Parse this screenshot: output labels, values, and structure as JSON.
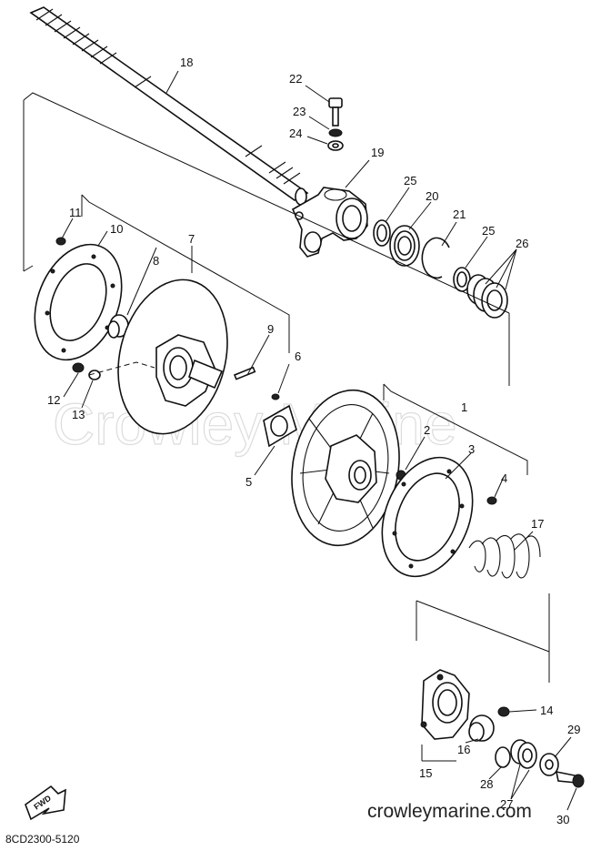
{
  "diagram": {
    "watermark": "Crowley Marine",
    "footer_site": "crowleymarine.com",
    "diagram_code": "8CD2300-5120",
    "fwd_badge": "FWD",
    "callouts": [
      "1",
      "2",
      "3",
      "4",
      "5",
      "6",
      "7",
      "8",
      "9",
      "10",
      "11",
      "12",
      "13",
      "14",
      "15",
      "16",
      "17",
      "18",
      "19",
      "20",
      "21",
      "22",
      "23",
      "24",
      "25",
      "25",
      "26",
      "27",
      "28",
      "29",
      "30"
    ]
  }
}
